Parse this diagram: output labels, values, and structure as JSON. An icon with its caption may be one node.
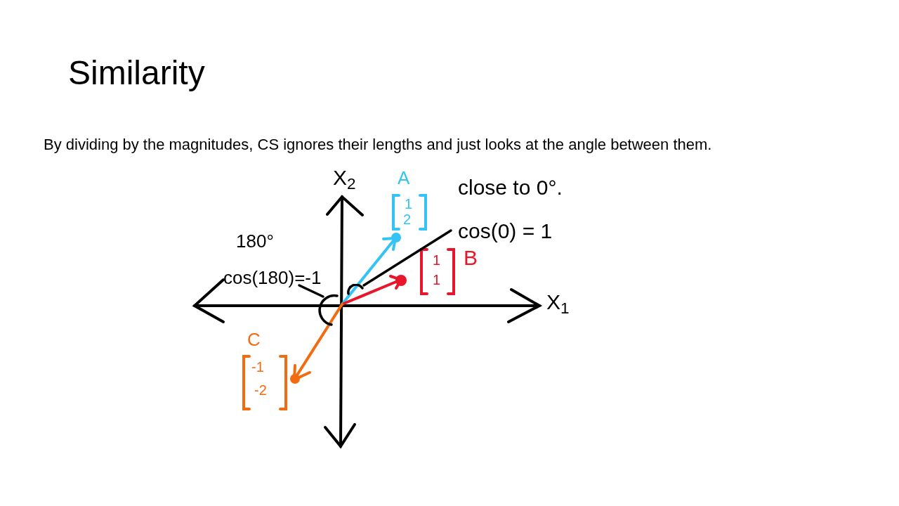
{
  "diagram": {
    "title": "Similarity",
    "nodes": [
      {
        "text": [
          "close to 0°.",
          "cos(0) = 1"
        ]
      },
      {
        "text": [],
        "shape": "arc"
      },
      {
        "text": [
          "180°",
          "cos(180)=-1"
        ]
      },
      {
        "text": [],
        "shape": "arc"
      }
    ],
    "edges": [
      {
        "from": 0,
        "to": 1,
        "arrow": "none"
      },
      {
        "from": 2,
        "to": 3,
        "arrow": "none"
      }
    ],
    "labels": [
      "By dividing by the magnitudes, CS ignores their lengths and just looks at the angle between them.",
      "X$_{2}$",
      "A",
      "1",
      "2",
      "1",
      "1",
      "B",
      "X$_{1}$",
      "C",
      "-1",
      "-2"
    ]
  }
}
